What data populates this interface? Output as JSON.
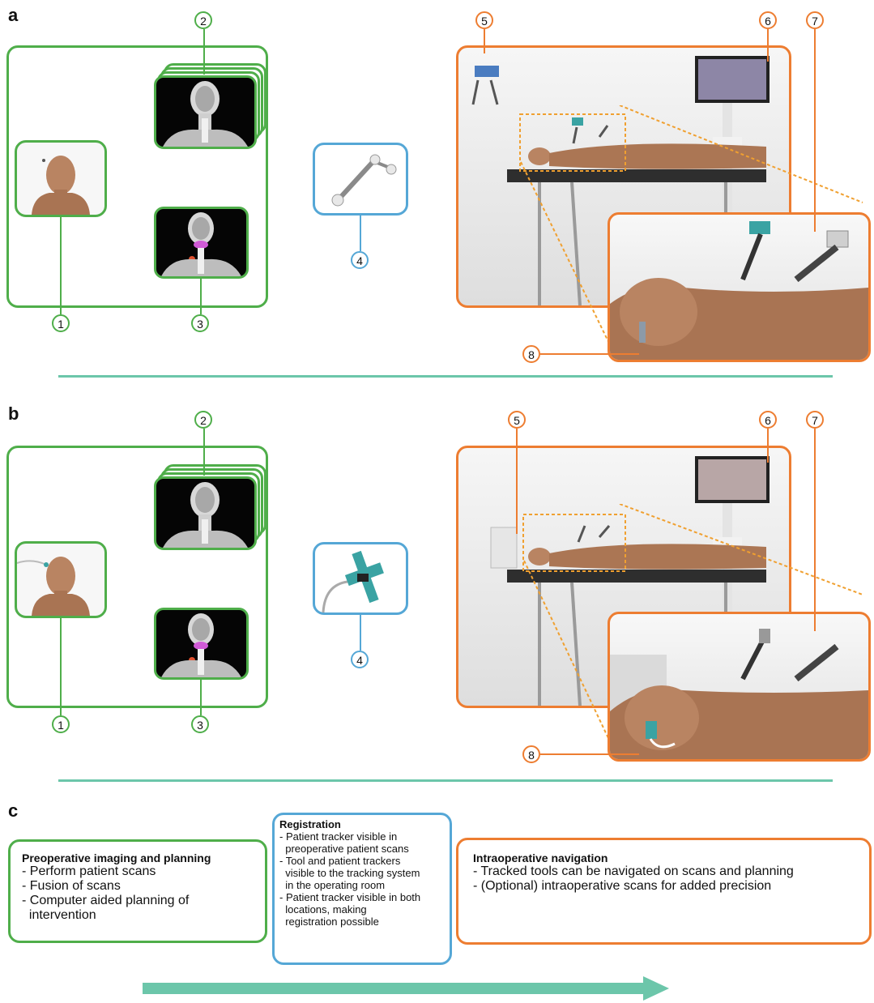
{
  "panels": {
    "a": {
      "label": "a"
    },
    "b": {
      "label": "b"
    },
    "c": {
      "label": "c"
    }
  },
  "markers": [
    "1",
    "2",
    "3",
    "4",
    "5",
    "6",
    "7",
    "8"
  ],
  "colors": {
    "preop": "#4fae4a",
    "registration": "#55a7d6",
    "intraop": "#ed7d31",
    "timeline": "#6cc6aa"
  },
  "icons": {
    "patient_head": "head-icon",
    "ct_scan": "ct-scan-icon",
    "tracker": "patient-tracker-icon",
    "camera": "tracking-camera-icon",
    "monitor": "navigation-monitor-icon",
    "table_patient": "operating-table-icon",
    "tools": "tracked-tools-icon"
  },
  "section_c": {
    "preop": {
      "title": "Preoperative imaging and planning",
      "lines": [
        "- Perform patient scans",
        "- Fusion of scans",
        "- Computer aided planning of",
        "  intervention"
      ]
    },
    "registration": {
      "title": "Registration",
      "lines": [
        "- Patient tracker visible in",
        "  preoperative patient scans",
        "- Tool and patient trackers",
        "  visible to the tracking system",
        "  in the operating room",
        "- Patient tracker visible in both",
        "  locations, making",
        "  registration possible"
      ]
    },
    "intraop": {
      "title": "Intraoperative navigation",
      "lines": [
        "- Tracked tools can be navigated on scans and planning",
        "- (Optional) intraoperative scans for added precision"
      ]
    }
  }
}
